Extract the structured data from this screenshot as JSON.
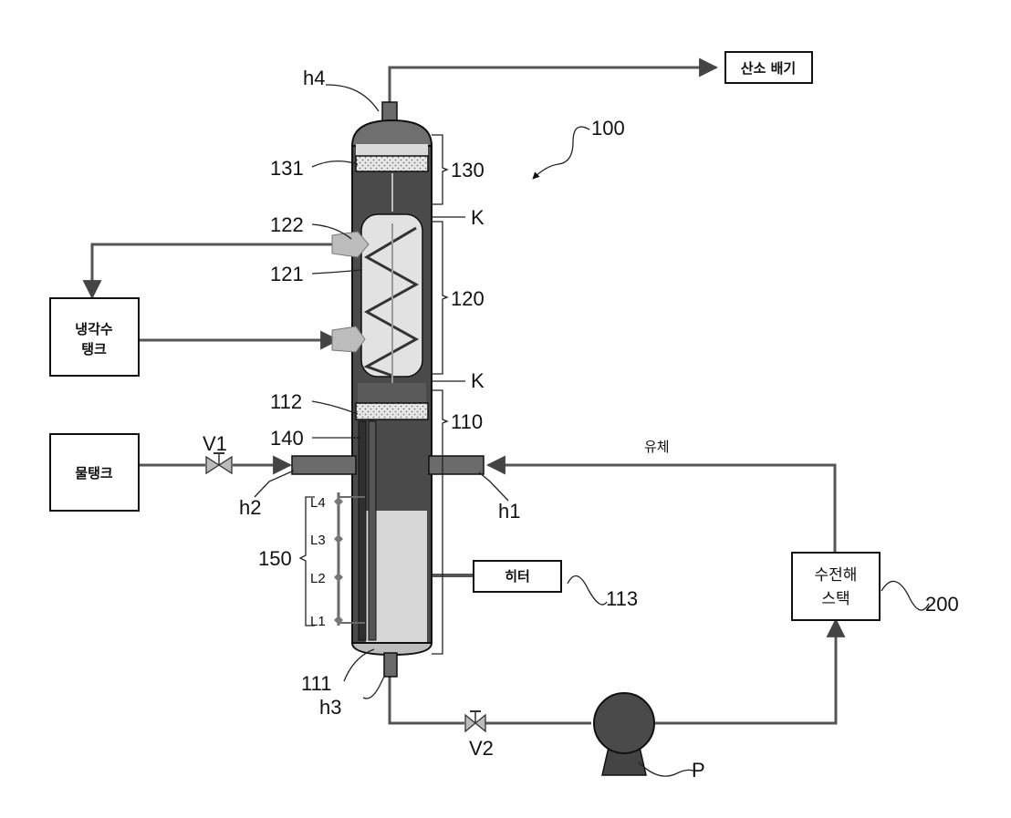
{
  "boxes": {
    "oxygen_exhaust": "산소 배기",
    "cooling_tank_line1": "냉각수",
    "cooling_tank_line2": "탱크",
    "water_tank": "물탱크",
    "heater": "히터",
    "stack_line1": "수전해",
    "stack_line2": "스택"
  },
  "labels": {
    "system": "100",
    "section_top": "130",
    "section_mid": "120",
    "section_low": "110",
    "port_top": "h4",
    "port_left": "h2",
    "port_right": "h1",
    "port_bottom": "h3",
    "filter_top": "131",
    "filter_low": "112",
    "coil_inlet": "122",
    "coil": "121",
    "tube": "140",
    "bottom": "111",
    "level_group": "150",
    "heater_ref": "113",
    "stack_ref": "200",
    "valve1": "V1",
    "valve2": "V2",
    "pump": "P",
    "boundary_upper": "K",
    "boundary_lower": "K",
    "fluid": "유체",
    "levels": [
      "L4",
      "L3",
      "L2",
      "L1"
    ]
  },
  "colors": {
    "vessel_dark": "#4a4a4a",
    "vessel_mid": "#8a8a8a",
    "vessel_light": "#dcdcdc",
    "pipe": "#555555"
  }
}
